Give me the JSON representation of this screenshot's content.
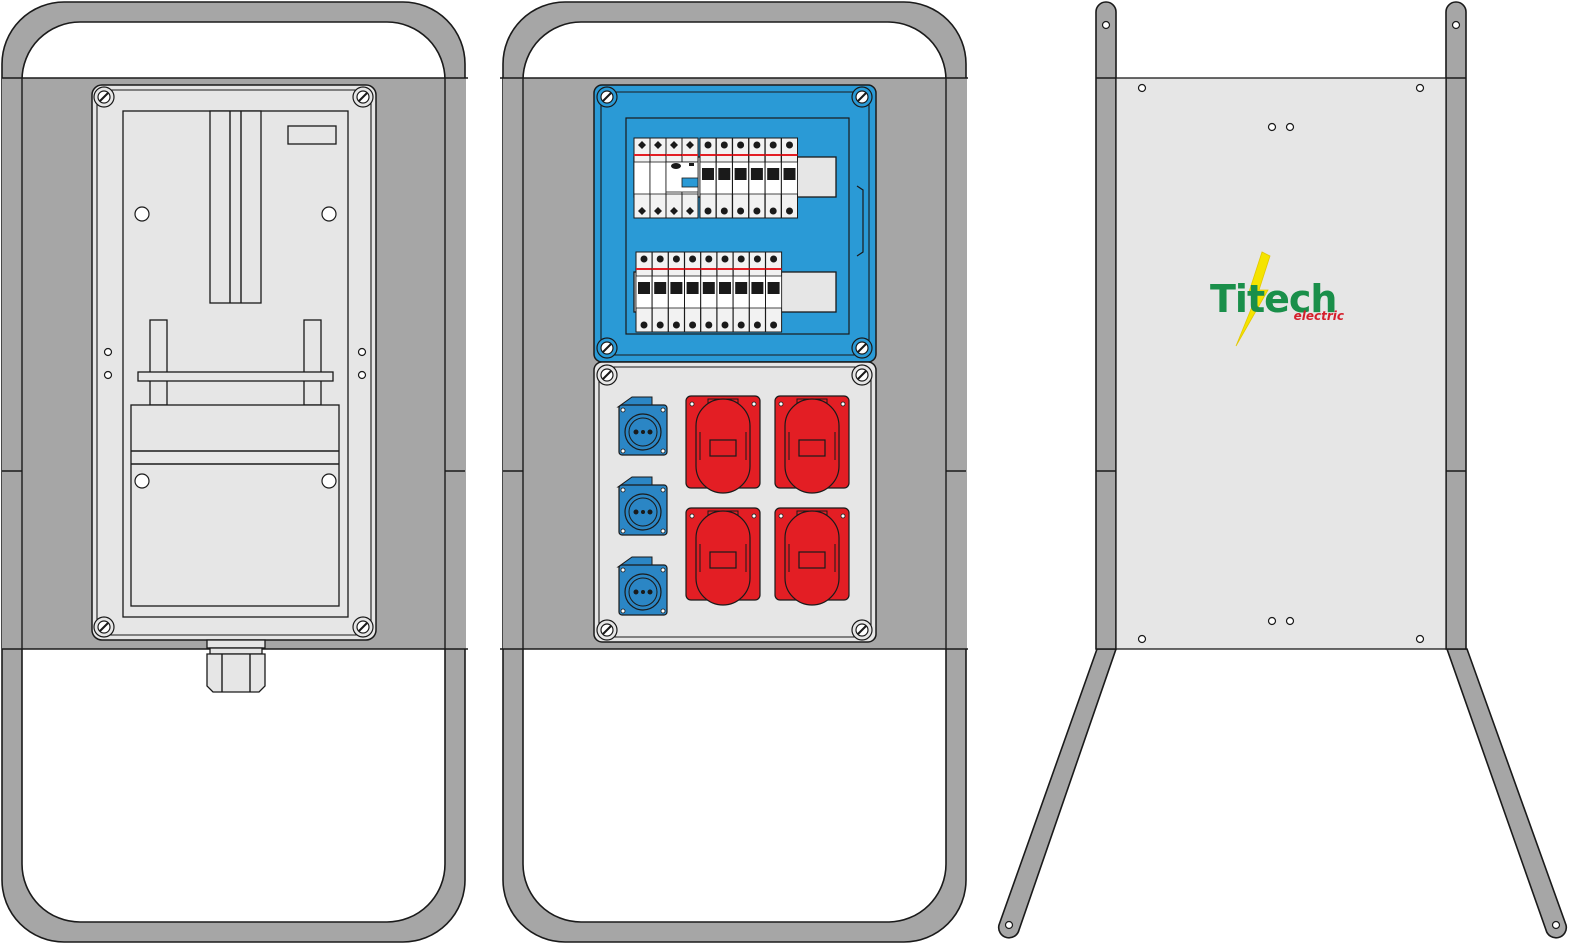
{
  "colors": {
    "frame": "#a6a6a6",
    "panel": "#e6e6e6",
    "outline": "#1a1a1a",
    "enclosure_blue": "#2a9ad6",
    "socket_red": "#e31e24",
    "socket_blue": "#2b86c5",
    "logo_green": "#1a8f4a",
    "logo_yellow": "#f5e400",
    "logo_red": "#d51f2b"
  },
  "brand": {
    "name": "Titech",
    "tagline": "electric"
  },
  "views": {
    "left": "meter-cabinet-front",
    "middle": "distribution-board-front",
    "right": "stand-rear"
  },
  "equipment": {
    "breaker_rows": [
      {
        "ganged_poles": 4,
        "single_breakers": 6
      },
      {
        "ganged_poles": 0,
        "single_breakers": 9
      }
    ],
    "sockets_230v": 3,
    "sockets_cee_red": 4,
    "cable_glands": 1
  }
}
